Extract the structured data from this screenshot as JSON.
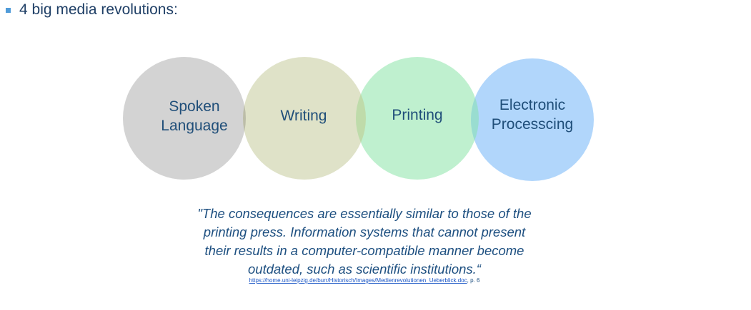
{
  "heading": {
    "bullet_icon": "square-bullet-icon",
    "text": "4 big media revolutions:"
  },
  "circles": [
    {
      "line1": "Spoken",
      "line2": "Language",
      "color": "#d3d3d3"
    },
    {
      "line1": "Writing",
      "line2": "",
      "color": "#dfe2c8"
    },
    {
      "line1": "Printing",
      "line2": "",
      "color": "#bff0cf"
    },
    {
      "line1": "Electronic",
      "line2": "Processcing",
      "color": "#b1d6fb"
    }
  ],
  "overlap_colors": [
    "#bcbda8",
    "#bfdbaa",
    "#99ddd0"
  ],
  "label_color": "#1f4e79",
  "quote": {
    "line1": "\"The consequences are essentially similar to those of the",
    "line2": "printing press. Information systems that cannot present",
    "line3": "their results in a computer-compatible manner become",
    "line4": "outdated, such as scientific institutions.“"
  },
  "source": {
    "link": "https://home.uni-leipzig.de/burr/Historisch/Images/Medienrevolutionen_Ueberblick.doc",
    "suffix": ", p. 6"
  }
}
